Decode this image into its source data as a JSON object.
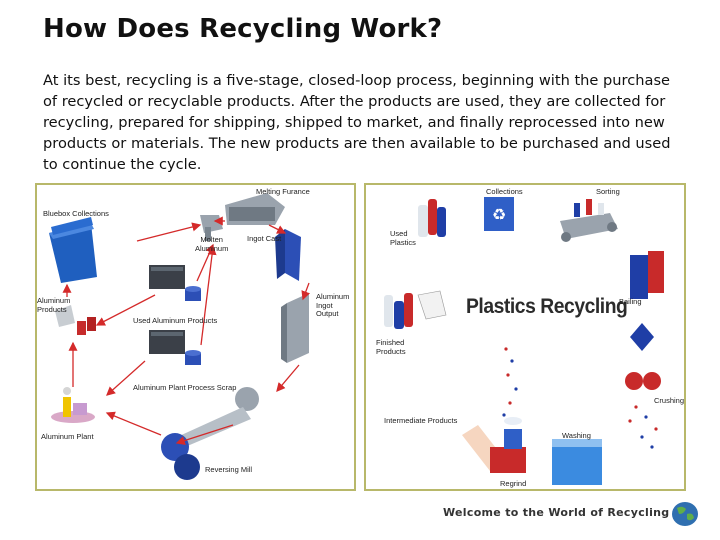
{
  "slide": {
    "title": "How Does Recycling Work?",
    "body": " At its best, recycling is a five-stage, closed-loop process, beginning with the purchase of recycled or recyclable products.  After the products are used, they are collected for recycling, prepared for shipping, shipped to market, and finally reprocessed into new products or materials.  The new products are then available to be purchased and used to continue the cycle."
  },
  "aluminum_panel": {
    "labels": {
      "bluebox": "Bluebox Collections",
      "melting": "Melting Furance",
      "molten": "Molten\nAluminum",
      "ingot_cast": "Ingot Cast",
      "ingot_output": "Aluminum\nIngot\nOutput",
      "products": "Aluminum\nProducts",
      "used_products": "Used Aluminum Products",
      "scrap": "Aluminum Plant Process Scrap",
      "plant": "Aluminum Plant",
      "reversing": "Reversing Mill"
    }
  },
  "plastics_panel": {
    "title": "Plastics Recycling",
    "labels": {
      "collections": "Collections",
      "sorting": "Sorting",
      "used_plastics": "Used\nPlastics",
      "bailing": "Bailing",
      "finished": "Finished\nProducts",
      "crushing": "Crushing",
      "intermediate": "Intermediate Products",
      "washing": "Washing",
      "regrind": "Regrind"
    }
  },
  "footer": {
    "text": "Welcome to the World of Recycling"
  },
  "colors": {
    "arrow": "#d42a2a",
    "bin_blue": "#1f5fbf",
    "panel_border": "#b8b86a"
  }
}
